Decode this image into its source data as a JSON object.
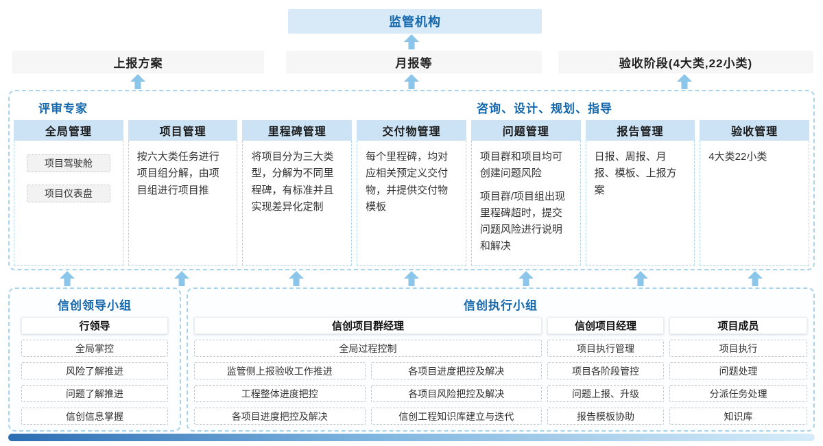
{
  "colors": {
    "accent": "#1266ab",
    "arrow": "#8bc5e9",
    "dash_border": "#a9d3ec",
    "column_header_bg": "#cbe3f4",
    "top_box_bg": "#d8eaf7",
    "output_box_bg": "#f6f6f6",
    "chip_bg": "#f2f2f2",
    "gradient_start": "#2e6db2",
    "gradient_end": "#d7ecf9"
  },
  "top": {
    "regulator": "监管机构",
    "outputs": [
      {
        "label": "上报方案"
      },
      {
        "label": "月报等"
      },
      {
        "label": "验收阶段(4大类,22小类)"
      }
    ]
  },
  "middle": {
    "left_role": "评审专家",
    "right_role": "咨询、设计、规划、指导",
    "columns": [
      {
        "title": "全局管理",
        "items": [
          "项目驾驶舱",
          "项目仪表盘"
        ]
      },
      {
        "title": "项目管理",
        "paragraphs": [
          "按六大类任务进行项目组分解，由项目组进行项目推"
        ]
      },
      {
        "title": "里程碑管理",
        "paragraphs": [
          "将项目分为三大类型，分解为不同里程碑，有标准并且实现差异化定制"
        ]
      },
      {
        "title": "交付物管理",
        "paragraphs": [
          "每个里程碑，均对应相关预定义交付物，并提供交付物模板"
        ]
      },
      {
        "title": "问题管理",
        "paragraphs": [
          "项目群和项目均可创建问题风险",
          "项目群/项目组出现里程碑超时，提交问题风险进行说明和解决"
        ]
      },
      {
        "title": "报告管理",
        "paragraphs": [
          "日报、周报、月报、模板、上报方案"
        ]
      },
      {
        "title": "验收管理",
        "paragraphs": [
          "4大类22小类"
        ]
      }
    ]
  },
  "bottom": {
    "leadership": {
      "title": "信创领导小组",
      "role": "行领导",
      "items": [
        "全局掌控",
        "风险了解推进",
        "问题了解推进",
        "信创信息掌握"
      ]
    },
    "execution": {
      "title": "信创执行小组",
      "groups": [
        {
          "role": "信创项目群经理",
          "full_item": "全局过程控制",
          "left_items": [
            "监管侧上报验收工作推进",
            "工程整体进度把控",
            "各项目进度把控及解决"
          ],
          "right_items": [
            "各项目进度把控及解决",
            "各项目风险把控及解决",
            "信创工程知识库建立与迭代"
          ]
        },
        {
          "role": "信创项目经理",
          "items": [
            "项目执行管理",
            "项目各阶段管控",
            "问题上报、升级",
            "报告模板协助"
          ]
        },
        {
          "role": "项目成员",
          "items": [
            "项目执行",
            "问题处理",
            "分派任务处理",
            "知识库"
          ]
        }
      ]
    }
  }
}
